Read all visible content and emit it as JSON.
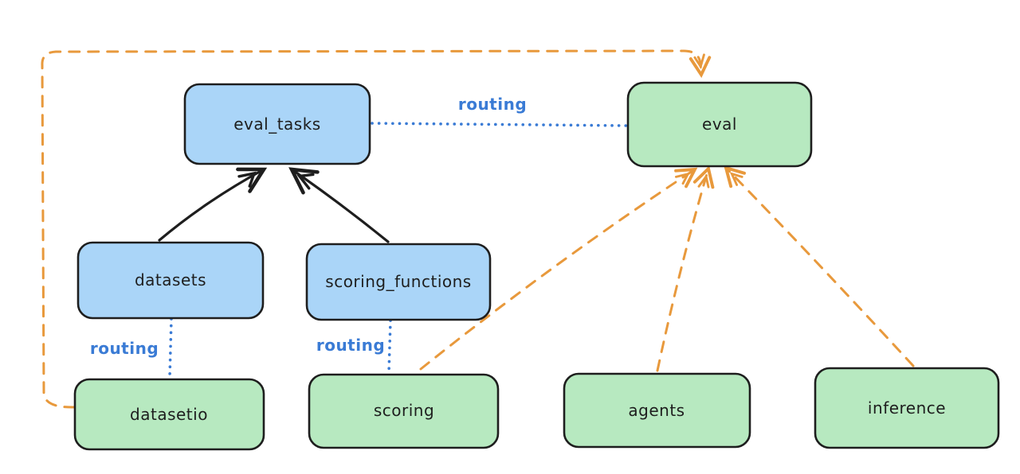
{
  "colors": {
    "background": "#ffffff",
    "node_stroke": "#1e1e1e",
    "blue_fill": "#aad5f8",
    "green_fill": "#b7e9c0",
    "black_edge": "#1e1e1e",
    "orange_edge": "#e8993c",
    "routing_blue": "#3a7bd5"
  },
  "nodes": {
    "eval_tasks": {
      "label": "eval_tasks",
      "fill": "#aad5f8",
      "kind": "resource"
    },
    "eval": {
      "label": "eval",
      "fill": "#b7e9c0",
      "kind": "api"
    },
    "datasets": {
      "label": "datasets",
      "fill": "#aad5f8",
      "kind": "resource"
    },
    "scoring_functions": {
      "label": "scoring_functions",
      "fill": "#aad5f8",
      "kind": "resource"
    },
    "datasetio": {
      "label": "datasetio",
      "fill": "#b7e9c0",
      "kind": "api"
    },
    "scoring": {
      "label": "scoring",
      "fill": "#b7e9c0",
      "kind": "api"
    },
    "agents": {
      "label": "agents",
      "fill": "#b7e9c0",
      "kind": "api"
    },
    "inference": {
      "label": "inference",
      "fill": "#b7e9c0",
      "kind": "api"
    }
  },
  "edge_labels": {
    "eval_tasks_to_eval": "routing",
    "datasets_to_datasetio": "routing",
    "scoring_functions_to_scoring": "routing"
  },
  "edges": [
    {
      "from": "datasets",
      "to": "eval_tasks",
      "style": "solid",
      "color": "#1e1e1e",
      "arrow": true
    },
    {
      "from": "scoring_functions",
      "to": "eval_tasks",
      "style": "solid",
      "color": "#1e1e1e",
      "arrow": true
    },
    {
      "from": "eval_tasks",
      "to": "eval",
      "style": "dotted",
      "color": "#3a7bd5",
      "label": "routing",
      "arrow": false
    },
    {
      "from": "datasets",
      "to": "datasetio",
      "style": "dotted",
      "color": "#3a7bd5",
      "label": "routing",
      "arrow": false
    },
    {
      "from": "scoring_functions",
      "to": "scoring",
      "style": "dotted",
      "color": "#3a7bd5",
      "label": "routing",
      "arrow": false
    },
    {
      "from": "datasetio",
      "to": "eval",
      "style": "dashed",
      "color": "#e8993c",
      "arrow": true,
      "route": "around-left-and-top"
    },
    {
      "from": "scoring",
      "to": "eval",
      "style": "dashed",
      "color": "#e8993c",
      "arrow": true
    },
    {
      "from": "agents",
      "to": "eval",
      "style": "dashed",
      "color": "#e8993c",
      "arrow": true
    },
    {
      "from": "inference",
      "to": "eval",
      "style": "dashed",
      "color": "#e8993c",
      "arrow": true
    }
  ]
}
